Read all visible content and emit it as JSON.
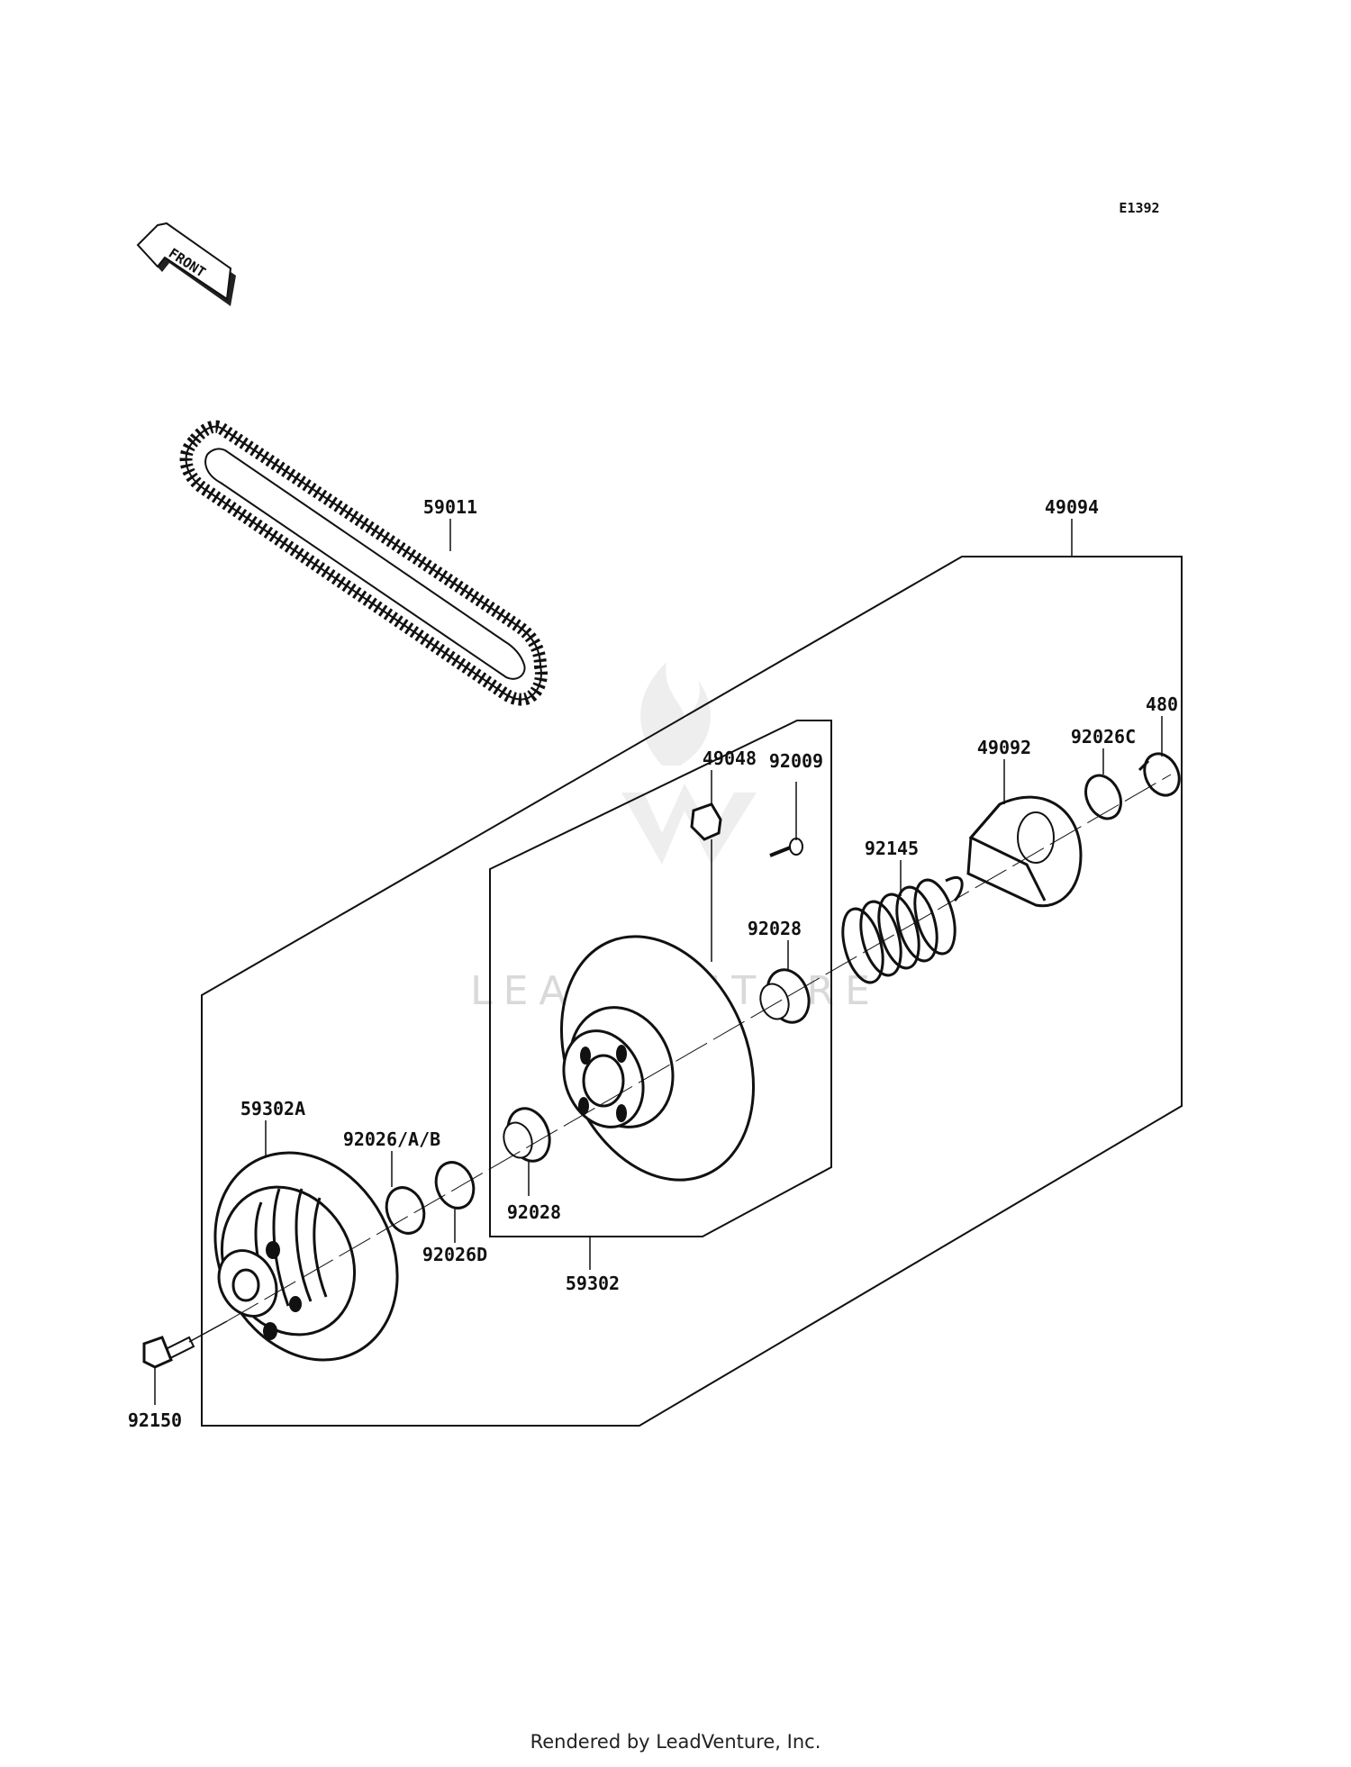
{
  "diagram": {
    "code": "E1392",
    "front_label": "FRONT",
    "watermark": "LEADVENTURE",
    "footer": "Rendered by LeadVenture, Inc.",
    "parts": {
      "p59011": "59011",
      "p49094": "49094",
      "p480": "480",
      "p92026c": "92026C",
      "p49092": "49092",
      "p92009": "92009",
      "p49048": "49048",
      "p92145": "92145",
      "p92028a": "92028",
      "p59302a": "59302A",
      "p92026ab": "92026/A/B",
      "p92026d": "92026D",
      "p92028b": "92028",
      "p59302": "59302",
      "p92150": "92150"
    }
  }
}
